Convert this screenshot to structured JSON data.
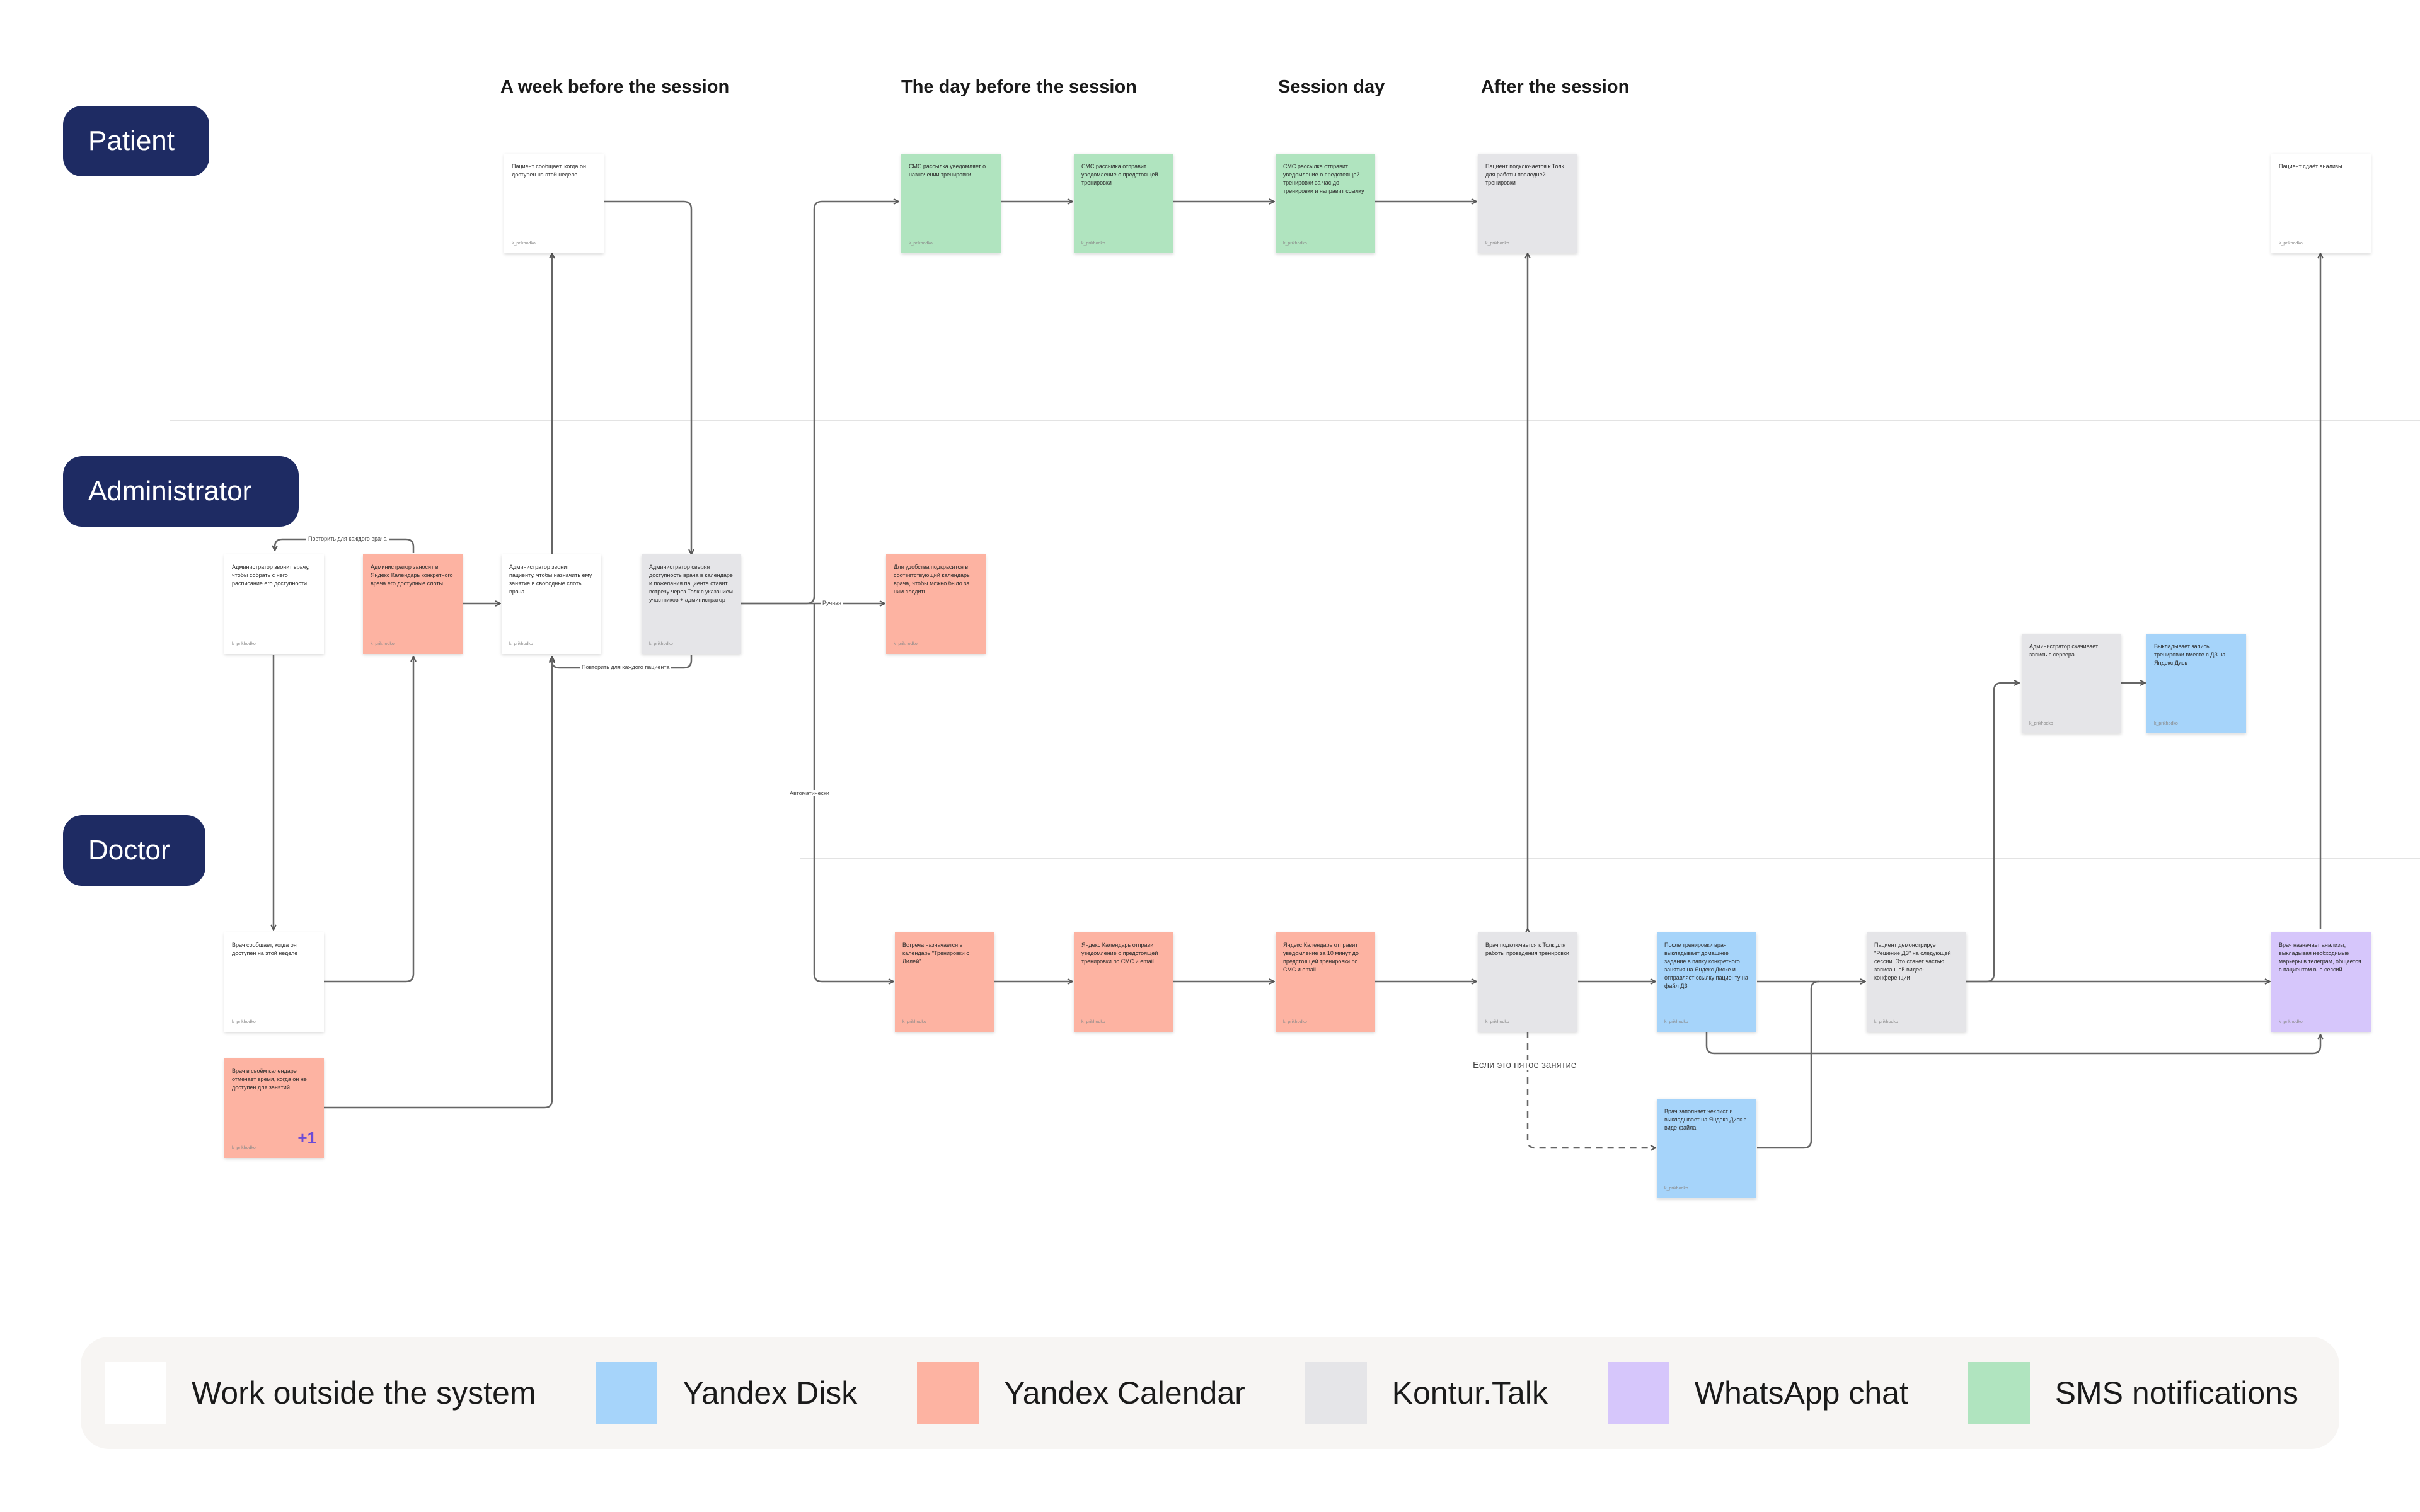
{
  "roles": {
    "patient": "Patient",
    "administrator": "Administrator",
    "doctor": "Doctor"
  },
  "phases": [
    "A week before the session",
    "The day before the session",
    "Session day",
    "After the session"
  ],
  "colors": {
    "white": "#ffffff",
    "blue": "#a6d4fa",
    "salmon": "#fdb3a2",
    "gray": "#e5e5e8",
    "purple": "#d6c6fb",
    "green": "#b0e4bf",
    "role": "#1e2b63"
  },
  "notes": [
    {
      "id": "p1",
      "color": "white",
      "text": "Пациент сообщает, когда он доступен на этой неделе",
      "author": "k_prikhodko"
    },
    {
      "id": "p2",
      "color": "green",
      "text": "СМС рассылка уведомляет о назначении тренировки",
      "author": "k_prikhodko"
    },
    {
      "id": "p3",
      "color": "green",
      "text": "СМС рассылка отправит уведомление о предстоящей тренировки",
      "author": "k_prikhodko"
    },
    {
      "id": "p4",
      "color": "green",
      "text": "СМС рассылка отправит уведомление о предстоящей тренировки за час до тренировки и направит ссылку",
      "author": "k_prikhodko"
    },
    {
      "id": "p5",
      "color": "gray",
      "text": "Пациент подключается к Толк для работы последней тренировки",
      "author": "k_prikhodko"
    },
    {
      "id": "p6",
      "color": "white",
      "text": "Пациент сдаёт анализы",
      "author": "k_prikhodko"
    },
    {
      "id": "a1",
      "color": "white",
      "text": "Администратор звонит врачу, чтобы собрать с него расписание его доступности",
      "author": "k_prikhodko"
    },
    {
      "id": "a2",
      "color": "salmon",
      "text": "Администратор заносит в Яндекс Календарь конкретного врача его доступные слоты",
      "author": "k_prikhodko"
    },
    {
      "id": "a3",
      "color": "white",
      "text": "Администратор звонит пациенту, чтобы назначить ему занятие в свободные слоты врача",
      "author": "k_prikhodko"
    },
    {
      "id": "a4",
      "color": "gray",
      "text": "Администратор сверяя доступность врача в календаре и пожелания пациента ставит встречу через Толк с указанием участников + администратор",
      "author": "k_prikhodko"
    },
    {
      "id": "a5",
      "color": "salmon",
      "text": "Для удобства подкрасится в соответствующий календарь врача, чтобы можно было за ним следить",
      "author": "k_prikhodko"
    },
    {
      "id": "a6",
      "color": "gray",
      "text": "Администратор скачивает запись с сервера",
      "author": "k_prikhodko"
    },
    {
      "id": "a7",
      "color": "blue",
      "text": "Выкладывает запись тренировки вместе с ДЗ на Яндекс.Диск",
      "author": "k_prikhodko"
    },
    {
      "id": "d1",
      "color": "white",
      "text": "Врач сообщает, когда он доступен на этой неделе",
      "author": "k_prikhodko"
    },
    {
      "id": "d2",
      "color": "salmon",
      "text": "Врач в своём календаре отмечает время, когда он не доступен для занятий",
      "author": "k_prikhodko"
    },
    {
      "id": "d3",
      "color": "salmon",
      "text": "Встреча назначается в календарь \"Тренировки с Лилей\"",
      "author": "k_prikhodko"
    },
    {
      "id": "d4",
      "color": "salmon",
      "text": "Яндекс Календарь отправит уведомление о предстоящей тренировки по СМС и email",
      "author": "k_prikhodko"
    },
    {
      "id": "d5",
      "color": "salmon",
      "text": "Яндекс Календарь отправит уведомление за 10 минут до предстоящей тренировки по СМС и email",
      "author": "k_prikhodko"
    },
    {
      "id": "d6",
      "color": "gray",
      "text": "Врач подключается к Толк для работы проведения тренировки",
      "author": "k_prikhodko"
    },
    {
      "id": "d7",
      "color": "blue",
      "text": "После тренировки врач выкладывает домашнее задание в папку конкретного занятия на Яндекс.Диске и отправляет ссылку пациенту на файл ДЗ",
      "author": "k_prikhodko"
    },
    {
      "id": "d8",
      "color": "gray",
      "text": "Пациент демонстрирует \"Решение ДЗ\" на следующей сессии. Это станет частью записанной видео-конференции",
      "author": "k_prikhodko"
    },
    {
      "id": "d9",
      "color": "purple",
      "text": "Врач назначает анализы, выкладывая необходимые маркеры в телеграм, общается с пациентом вне сессий",
      "author": "k_prikhodko"
    },
    {
      "id": "d10",
      "color": "blue",
      "text": "Врач заполняет чеклист и выкладывает на Яндекс.Диск в виде файла",
      "author": "k_prikhodko"
    }
  ],
  "badges": {
    "d2": "+1"
  },
  "edge_labels": {
    "repeat_each_doctor": "Повторить для каждого врача",
    "repeat_each_patient": "Повторить для каждого пациента",
    "manual": "Ручная",
    "automatic": "Автоматически",
    "fifth_session": "Если это пятое занятие"
  },
  "legend": [
    {
      "color": "white",
      "label": "Work outside the system"
    },
    {
      "color": "blue",
      "label": "Yandex Disk"
    },
    {
      "color": "salmon",
      "label": "Yandex Calendar"
    },
    {
      "color": "gray",
      "label": "Kontur.Talk"
    },
    {
      "color": "purple",
      "label": "WhatsApp chat"
    },
    {
      "color": "green",
      "label": "SMS notifications"
    }
  ]
}
